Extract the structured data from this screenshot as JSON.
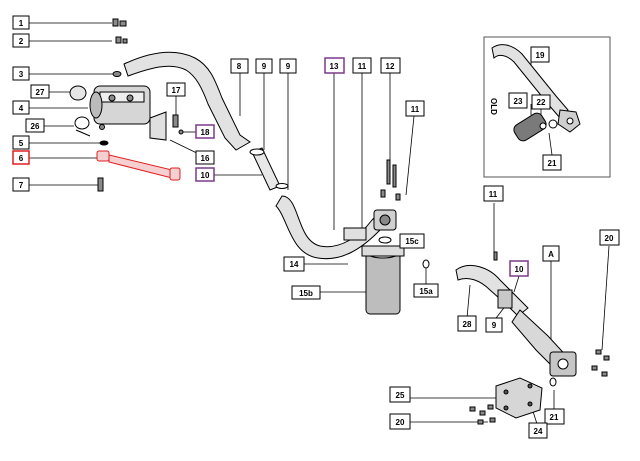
{
  "diagram": {
    "labels": {
      "l1": "1",
      "l2": "2",
      "l3": "3",
      "l27": "27",
      "l4": "4",
      "l26": "26",
      "l5": "5",
      "l6": "6",
      "l7": "7",
      "l17": "17",
      "l18": "18",
      "l16": "16",
      "l8": "8",
      "l9a": "9",
      "l9b": "9",
      "l10": "10",
      "l13": "13",
      "l11a": "11",
      "l12": "12",
      "l11b": "11",
      "l15c": "15c",
      "l14": "14",
      "l15a": "15a",
      "l15b": "15b",
      "l19": "19",
      "l23": "23",
      "l22": "22",
      "l21a": "21",
      "l11c": "11",
      "l10b": "10",
      "lA": "A",
      "l20a": "20",
      "l28": "28",
      "l9c": "9",
      "l25": "25",
      "l20b": "20",
      "l21b": "21",
      "l24": "24"
    },
    "engraving": "OLD"
  },
  "colors": {
    "outline": "#000000",
    "highlight_red": "#e02020",
    "highlight_purple": "#7a3a8a",
    "inset_frame": "#555555",
    "part_fill": "#cfcfcf",
    "part_dark": "#8a8a8a"
  }
}
